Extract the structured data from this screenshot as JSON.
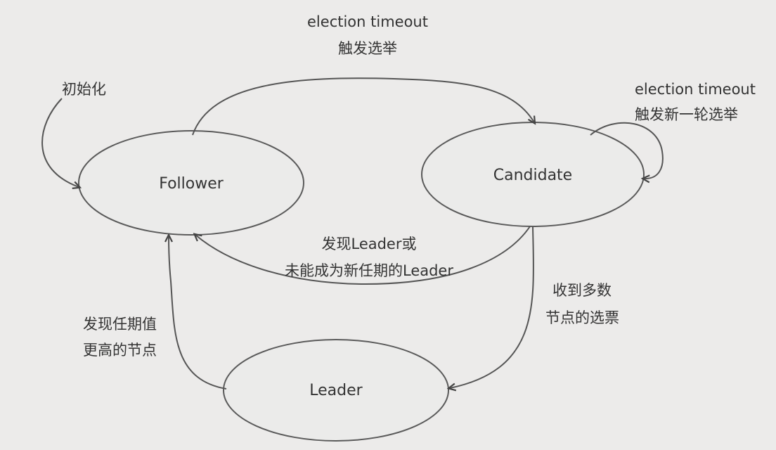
{
  "states": {
    "follower": "Follower",
    "candidate": "Candidate",
    "leader": "Leader"
  },
  "transitions": {
    "init": "初始化",
    "election_timeout": [
      "election timeout",
      "触发选举"
    ],
    "candidate_timeout": [
      "election timeout",
      "触发新一轮选举"
    ],
    "candidate_to_follower": [
      "发现Leader或",
      "未能成为新任期的Leader"
    ],
    "candidate_to_leader": [
      "收到多数",
      "节点的选票"
    ],
    "leader_to_follower": [
      "发现任期值",
      "更高的节点"
    ]
  }
}
